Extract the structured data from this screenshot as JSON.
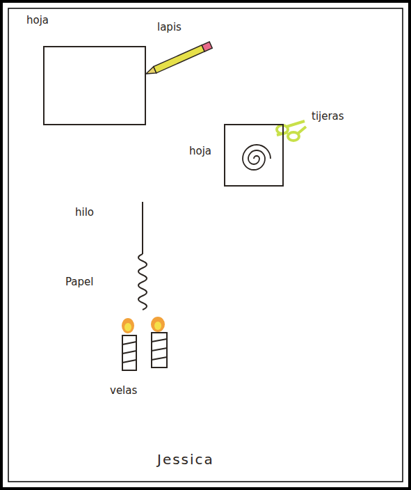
{
  "diagram": {
    "nodes": [
      {
        "text": [
          "hoja"
        ]
      },
      {
        "text": [
          "hoja"
        ]
      }
    ],
    "labels": [
      "lapis",
      "tijeras",
      "hilo",
      "Papel",
      "velas",
      "Jessica"
    ]
  }
}
